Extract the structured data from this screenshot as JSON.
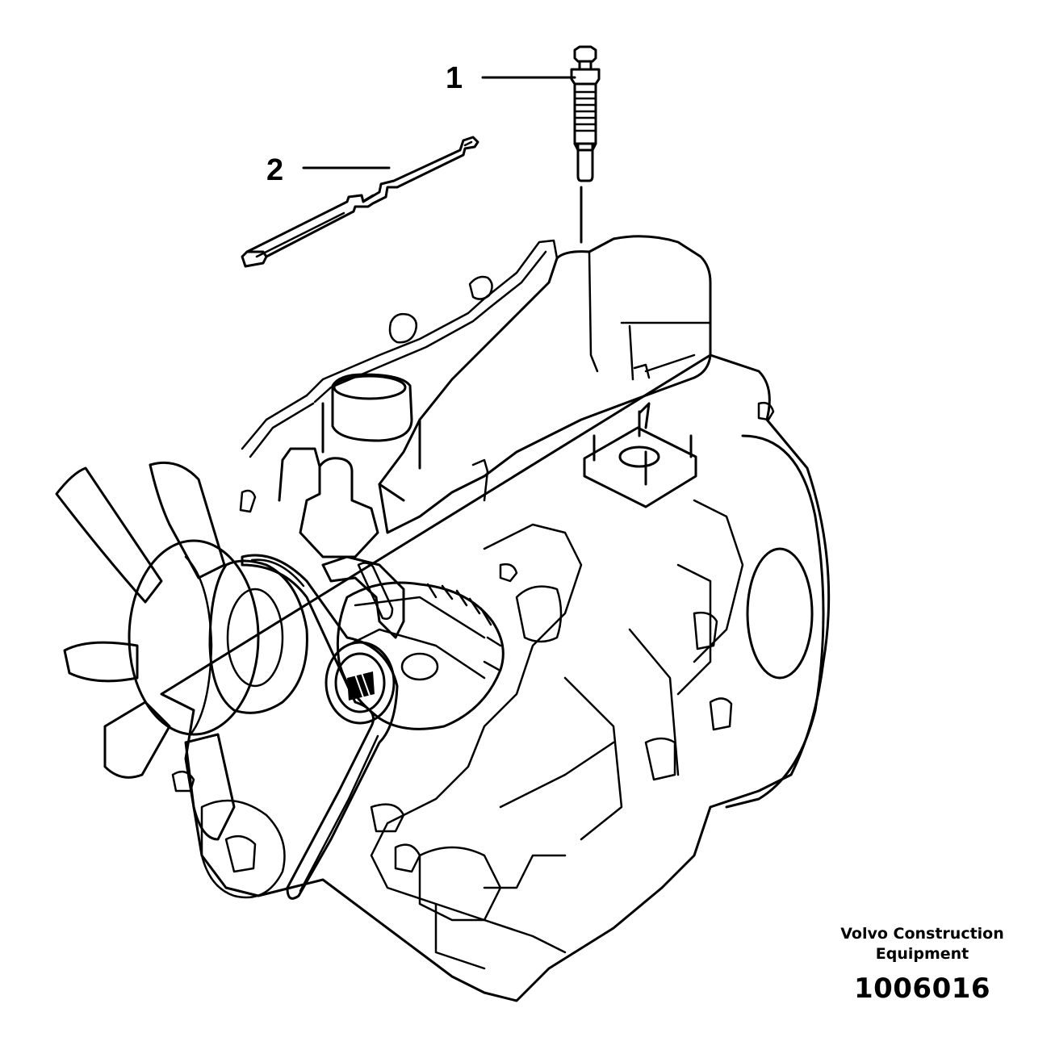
{
  "diagram": {
    "callouts": [
      {
        "number": "1",
        "part": "glow-plug"
      },
      {
        "number": "2",
        "part": "connecting-bar"
      }
    ],
    "publisher": {
      "line1": "Volvo Construction",
      "line2": "Equipment"
    },
    "drawing_number": "1006016",
    "line_color": "#000000",
    "background_color": "#ffffff"
  }
}
